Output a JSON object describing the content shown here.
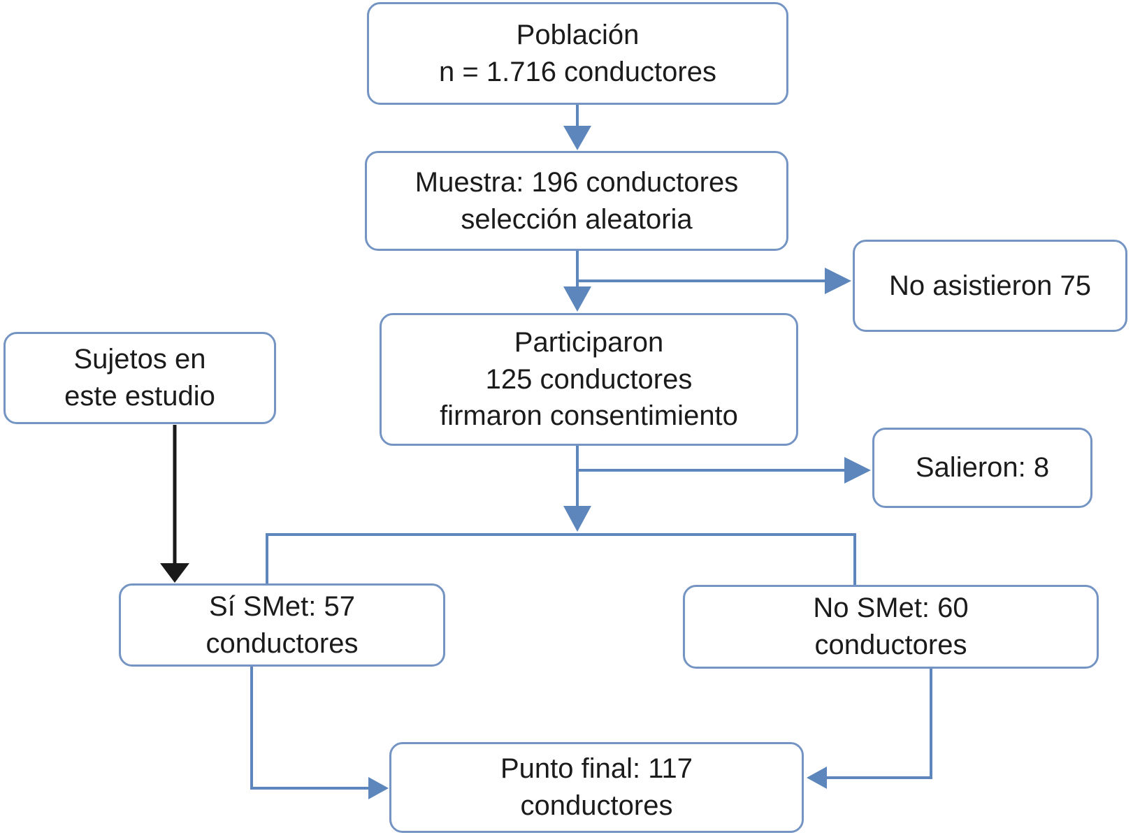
{
  "diagram": {
    "type": "flowchart",
    "language": "es",
    "boxes": {
      "poblacion": {
        "lines": [
          "Población",
          "n = 1.716 conductores"
        ]
      },
      "muestra": {
        "lines": [
          "Muestra: 196 conductores",
          "selección aleatoria"
        ]
      },
      "no_asistieron": {
        "lines": [
          "No asistieron 75"
        ]
      },
      "participaron": {
        "lines": [
          "Participaron",
          "125 conductores",
          "firmaron consentimiento"
        ]
      },
      "sujetos": {
        "lines": [
          "Sujetos en",
          "este estudio"
        ]
      },
      "salieron": {
        "lines": [
          "Salieron: 8"
        ]
      },
      "si_smet": {
        "lines": [
          "Sí SMet: 57",
          "conductores"
        ]
      },
      "no_smet": {
        "lines": [
          "No SMet: 60",
          "conductores"
        ]
      },
      "punto_final": {
        "lines": [
          "Punto final: 117",
          "conductores"
        ]
      }
    },
    "colors": {
      "box_border": "#7494c3",
      "connector_blue": "#5d87bc",
      "connector_black": "#1a1a1a",
      "text": "#1b1b1b",
      "background": "#ffffff"
    }
  }
}
